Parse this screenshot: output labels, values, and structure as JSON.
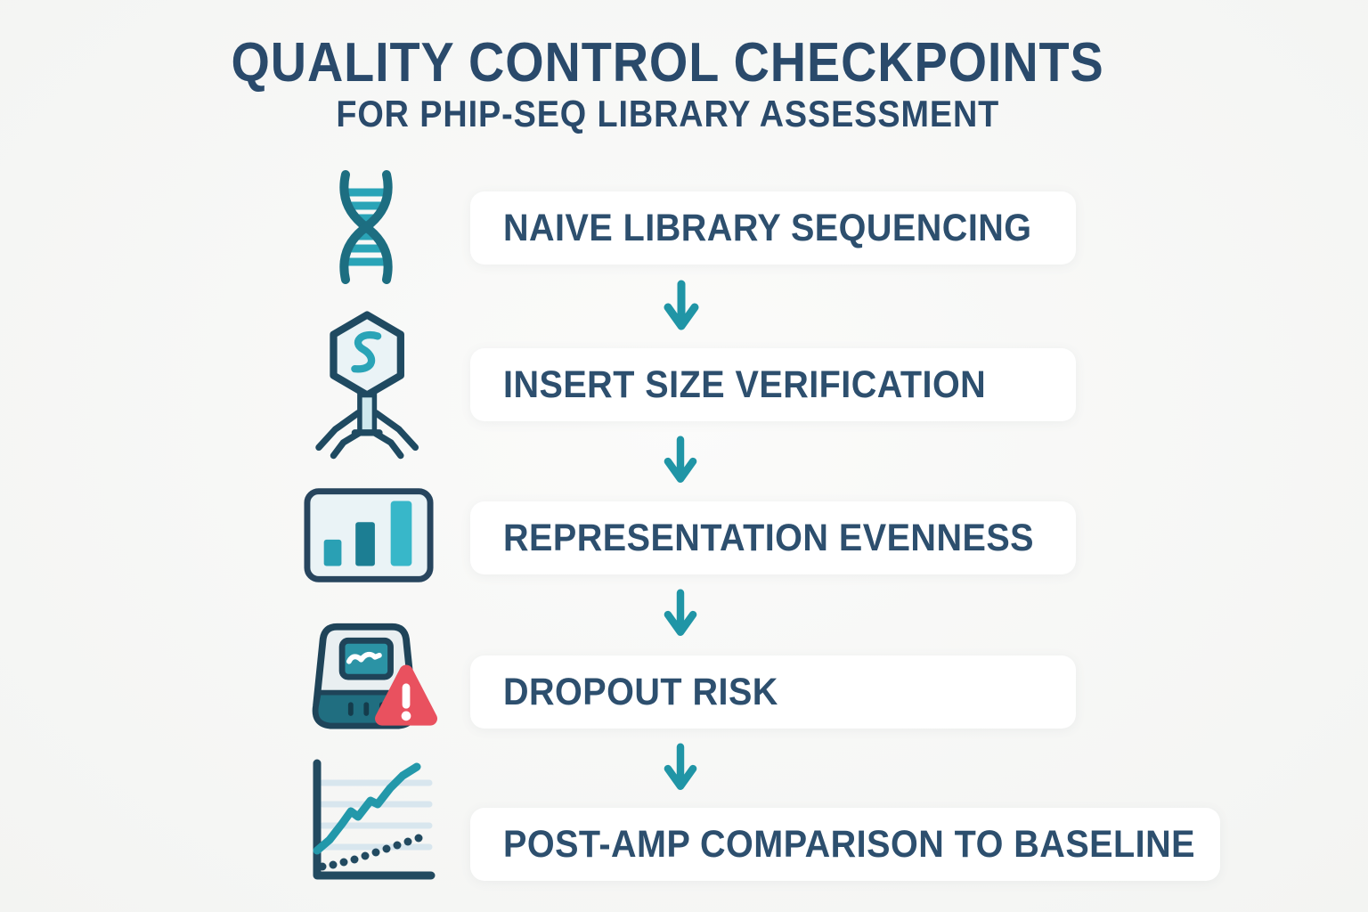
{
  "header": {
    "title": "QUALITY CONTROL CHECKPOINTS",
    "subtitle": "FOR PHIP-SEQ LIBRARY ASSESSMENT"
  },
  "steps": [
    {
      "label": "NAIVE LIBRARY SEQUENCING",
      "icon": "dna-helix-icon"
    },
    {
      "label": "INSERT SIZE VERIFICATION",
      "icon": "bacteriophage-icon"
    },
    {
      "label": "REPRESENTATION EVENNESS",
      "icon": "bar-chart-icon"
    },
    {
      "label": "DROPOUT RISK",
      "icon": "sequencer-warning-icon"
    },
    {
      "label": "POST-AMP COMPARISON TO BASELINE",
      "icon": "line-chart-icon"
    }
  ],
  "connector": {
    "icon": "down-arrow-icon"
  },
  "colors": {
    "page-bg": "#f6f7f5",
    "card-bg": "#ffffff",
    "title": "#2a4a6b",
    "label": "#2d4f6e",
    "arrow": "#2095a6",
    "outline": "#1f4a61",
    "teal": "#2398aa",
    "teal-dark": "#1d6e81",
    "teal-mid": "#2aa4b7",
    "teal-light": "#3ab7c9",
    "icon-fill": "#eaf3f6",
    "grid": "#d8e6ee",
    "alert-red": "#e9515f",
    "white": "#ffffff"
  }
}
